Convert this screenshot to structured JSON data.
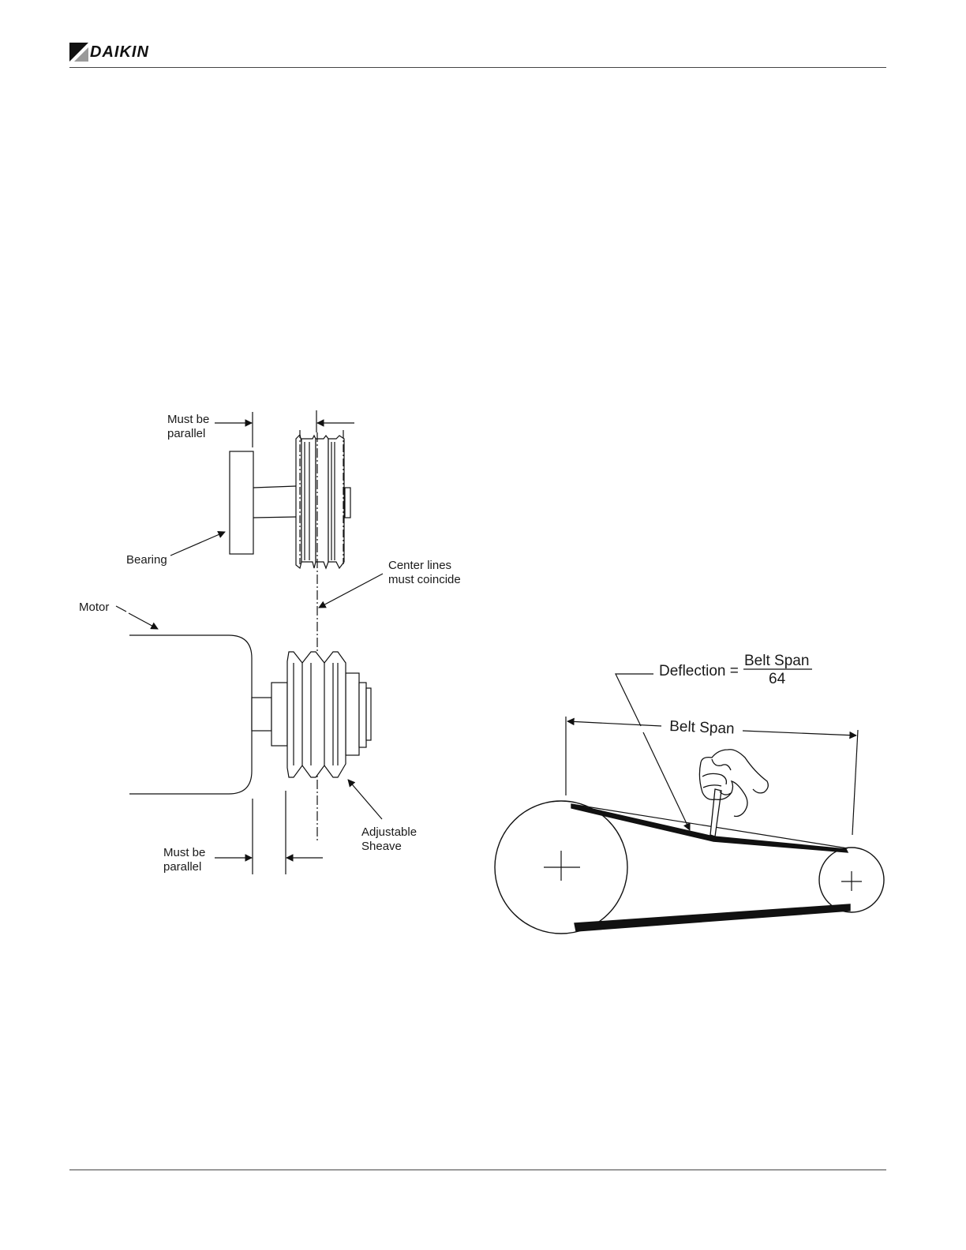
{
  "header": {
    "brand": "DAIKIN"
  },
  "alignment_diagram": {
    "must_be_parallel_top": [
      "Must be",
      "parallel"
    ],
    "bearing": "Bearing",
    "center_lines": [
      "Center lines",
      "must coincide"
    ],
    "motor": "Motor",
    "adjustable_sheave": [
      "Adjustable",
      "Sheave"
    ],
    "must_be_parallel_bottom": [
      "Must be",
      "parallel"
    ]
  },
  "deflection_diagram": {
    "deflection_label": "Deflection =",
    "numerator": "Belt Span",
    "denominator": "64",
    "belt_span": "Belt Span"
  }
}
